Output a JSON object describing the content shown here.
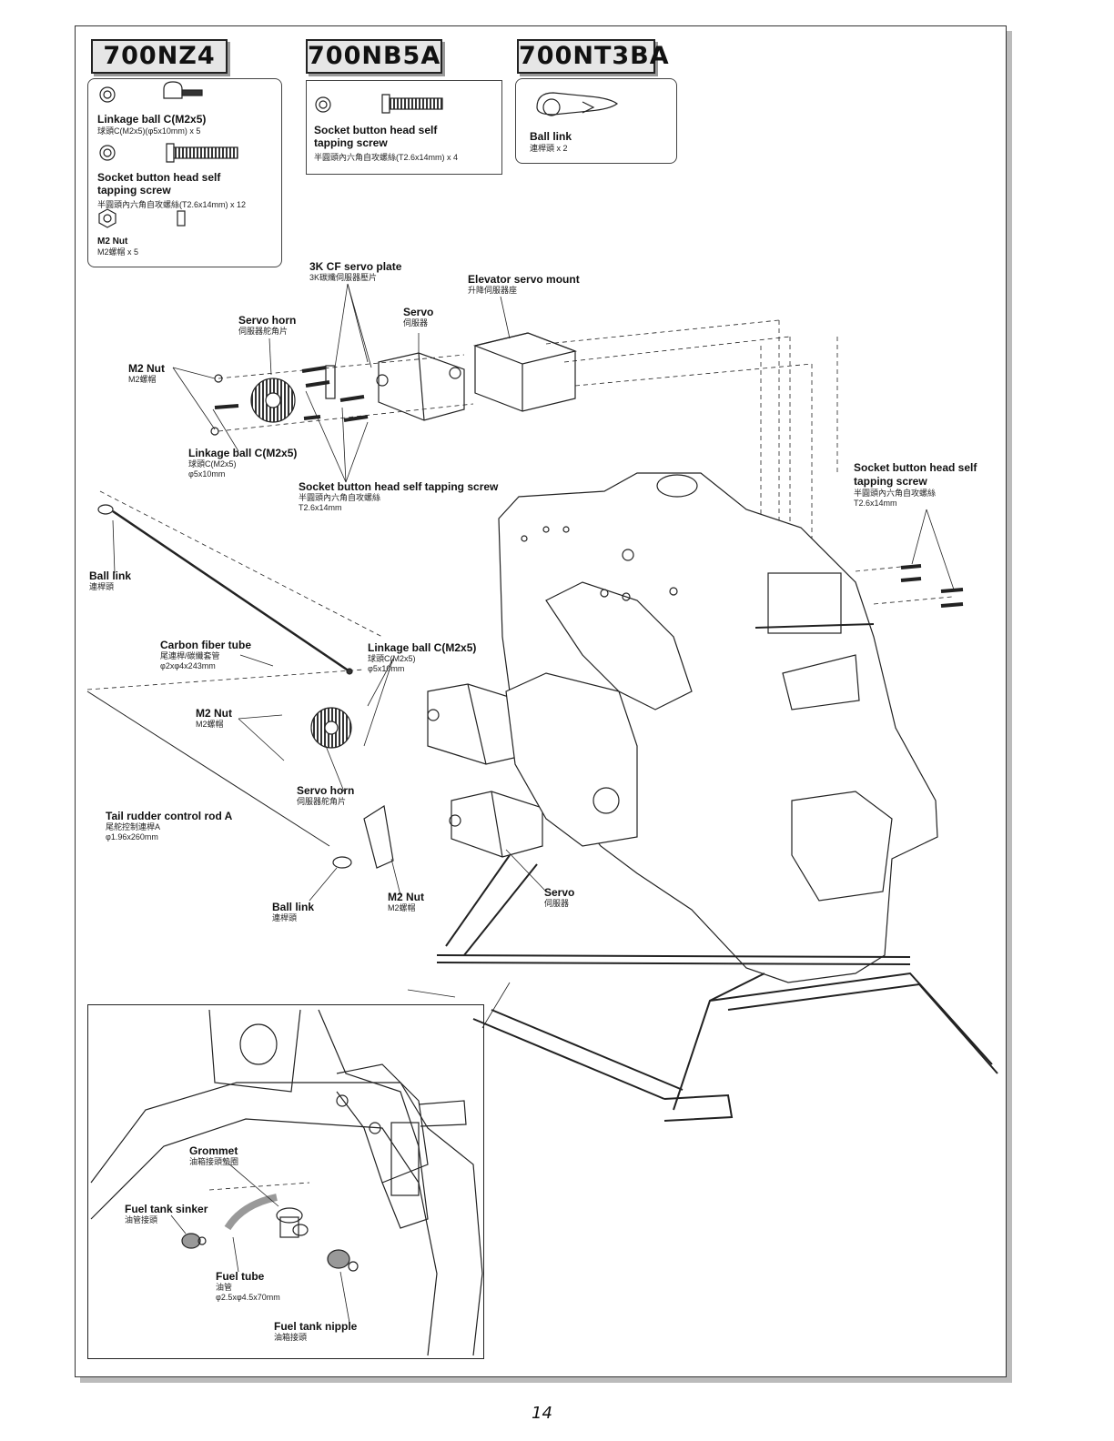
{
  "packs": [
    {
      "code": "700NZ4",
      "items": [
        {
          "name": "Linkage ball C(M2x5)",
          "sub": "球頭C(M2x5)(φ5x10mm) x 5"
        },
        {
          "name": "Socket button head self tapping screw",
          "sub": "半圓頭內六角自攻螺絲(T2.6x14mm) x 12"
        },
        {
          "name": "M2 Nut",
          "sub": "M2螺帽 x 5"
        }
      ]
    },
    {
      "code": "700NB5A",
      "items": [
        {
          "name": "Socket button head self tapping screw",
          "sub": "半圓頭內六角自攻螺絲(T2.6x14mm) x 4"
        }
      ]
    },
    {
      "code": "700NT3BA",
      "items": [
        {
          "name": "Ball link",
          "sub": "連桿頭 x 2"
        }
      ]
    }
  ],
  "callouts": {
    "servo_plate": {
      "en": "3K CF servo plate",
      "zh": "3K碳纖伺服器壓片"
    },
    "elevator_mount": {
      "en": "Elevator servo mount",
      "zh": "升降伺服器座"
    },
    "servo_top": {
      "en": "Servo",
      "zh": "伺服器"
    },
    "servo_horn_top": {
      "en": "Servo horn",
      "zh": "伺服器舵角片"
    },
    "m2_nut_top": {
      "en": "M2 Nut",
      "zh": "M2螺帽"
    },
    "linkage_ball_top": {
      "en": "Linkage ball C(M2x5)",
      "zh": "球頭C(M2x5)",
      "dim": "φ5x10mm"
    },
    "socket_screw_mid": {
      "en": "Socket button head self tapping screw",
      "zh": "半圓頭內六角自攻螺絲",
      "dim": "T2.6x14mm"
    },
    "socket_screw_right": {
      "en1": "Socket button head self",
      "en2": "tapping screw",
      "zh": "半圓頭內六角自攻螺絲",
      "dim": "T2.6x14mm"
    },
    "ball_link_left": {
      "en": "Ball link",
      "zh": "連桿頭"
    },
    "carbon_tube": {
      "en": "Carbon fiber tube",
      "zh": "尾連桿/碳纖套管",
      "dim": "φ2xφ4x243mm"
    },
    "linkage_ball_mid": {
      "en": "Linkage ball C(M2x5)",
      "zh": "球頭C(M2x5)",
      "dim": "φ5x10mm"
    },
    "m2_nut_mid": {
      "en": "M2 Nut",
      "zh": "M2螺帽"
    },
    "servo_horn_mid": {
      "en": "Servo horn",
      "zh": "伺服器舵角片"
    },
    "tail_rod": {
      "en": "Tail rudder control rod A",
      "zh": "尾舵控制連桿A",
      "dim": "φ1.96x260mm"
    },
    "ball_link_bottom": {
      "en": "Ball link",
      "zh": "連桿頭"
    },
    "m2_nut_bottom": {
      "en": "M2 Nut",
      "zh": "M2螺帽"
    },
    "servo_bottom": {
      "en": "Servo",
      "zh": "伺服器"
    }
  },
  "inset": {
    "grommet": {
      "en": "Grommet",
      "zh": "油箱接頭墊圈"
    },
    "sinker": {
      "en": "Fuel tank sinker",
      "zh": "油管接頭"
    },
    "fuel_tube": {
      "en": "Fuel tube",
      "zh": "油管",
      "dim": "φ2.5xφ4.5x70mm"
    },
    "nipple": {
      "en": "Fuel tank nipple",
      "zh": "油箱接頭"
    }
  },
  "page_number": "14"
}
